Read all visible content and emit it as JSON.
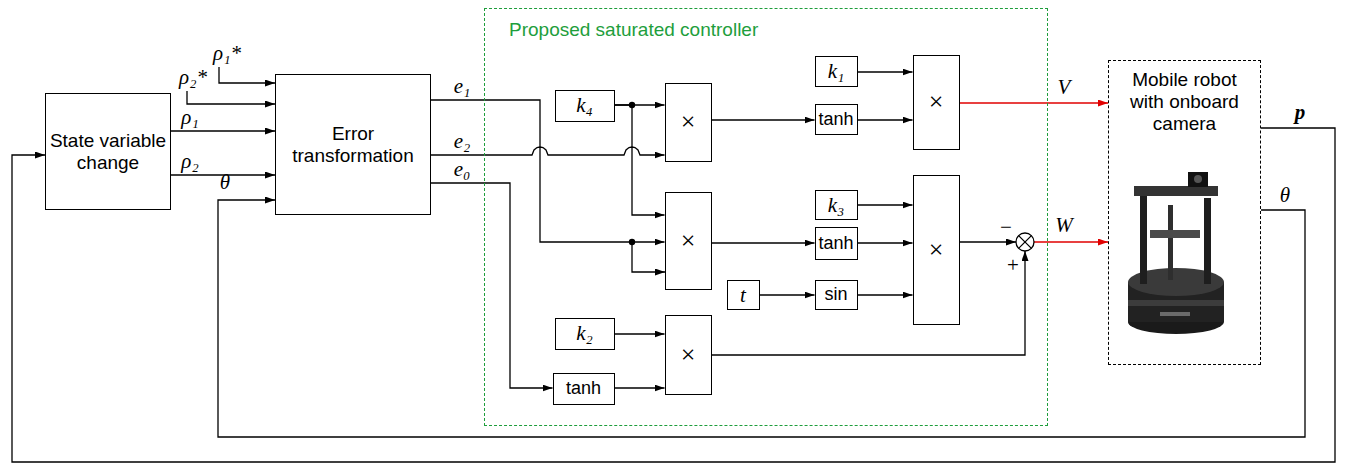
{
  "diagram": {
    "nodes": [
      {
        "text": [
          "State variable change"
        ]
      },
      {
        "text": [
          "Error transformation"
        ]
      },
      {
        "text": [
          "Proposed saturated controller"
        ]
      },
      {
        "text": [
          "k₄"
        ],
        "in": 2
      },
      {
        "text": [
          "×"
        ],
        "in": 2
      },
      {
        "text": [
          "k₁"
        ],
        "in": 2
      },
      {
        "text": [
          "tanh"
        ],
        "in": 2
      },
      {
        "text": [
          "×"
        ],
        "in": 2
      },
      {
        "text": [
          "×"
        ],
        "in": 2
      },
      {
        "text": [
          "k₃"
        ],
        "in": 2
      },
      {
        "text": [
          "tanh"
        ],
        "in": 2
      },
      {
        "text": [
          "t"
        ],
        "in": 2
      },
      {
        "text": [
          "sin"
        ],
        "in": 2
      },
      {
        "text": [
          "×"
        ],
        "in": 2
      },
      {
        "text": [
          "k₂"
        ],
        "in": 2
      },
      {
        "text": [
          "tanh"
        ],
        "in": 2
      },
      {
        "text": [
          "×"
        ],
        "in": 2
      },
      {
        "text": [
          "Mobile robot with onboard camera"
        ]
      }
    ],
    "edges": [
      {
        "from": 0,
        "to": 1,
        "label": "ρ₁",
        "arrow": "to"
      },
      {
        "from": 0,
        "to": 1,
        "label": "ρ₂",
        "arrow": "to"
      },
      {
        "from": 17,
        "to": 1,
        "label": "θ",
        "arrow": "to"
      },
      {
        "from": 17,
        "to": 0,
        "label": "p",
        "arrow": "to"
      },
      {
        "from": 1,
        "to": 8,
        "label": "e₁",
        "arrow": "to"
      },
      {
        "from": 1,
        "to": 4,
        "label": "e₂",
        "arrow": "to"
      },
      {
        "from": 1,
        "to": 15,
        "label": "e₀",
        "arrow": "to"
      },
      {
        "from": 3,
        "to": 4,
        "arrow": "to"
      },
      {
        "from": 3,
        "to": 8,
        "arrow": "to"
      },
      {
        "from": 4,
        "to": 6,
        "arrow": "to"
      },
      {
        "from": 5,
        "to": 7,
        "arrow": "to"
      },
      {
        "from": 6,
        "to": 7,
        "arrow": "to"
      },
      {
        "from": 7,
        "to": 17,
        "label": "V",
        "arrow": "to"
      },
      {
        "from": 8,
        "to": 10,
        "arrow": "to"
      },
      {
        "from": 9,
        "to": 13,
        "arrow": "to"
      },
      {
        "from": 10,
        "to": 13,
        "arrow": "to"
      },
      {
        "from": 11,
        "to": 12,
        "arrow": "to"
      },
      {
        "from": 12,
        "to": 13,
        "arrow": "to"
      },
      {
        "from": 14,
        "to": 16,
        "arrow": "to"
      },
      {
        "from": 15,
        "to": 16,
        "arrow": "to"
      }
    ],
    "labels": [
      "ρ₂*",
      "ρ₁*",
      "θ",
      "−",
      "+",
      "W"
    ]
  }
}
